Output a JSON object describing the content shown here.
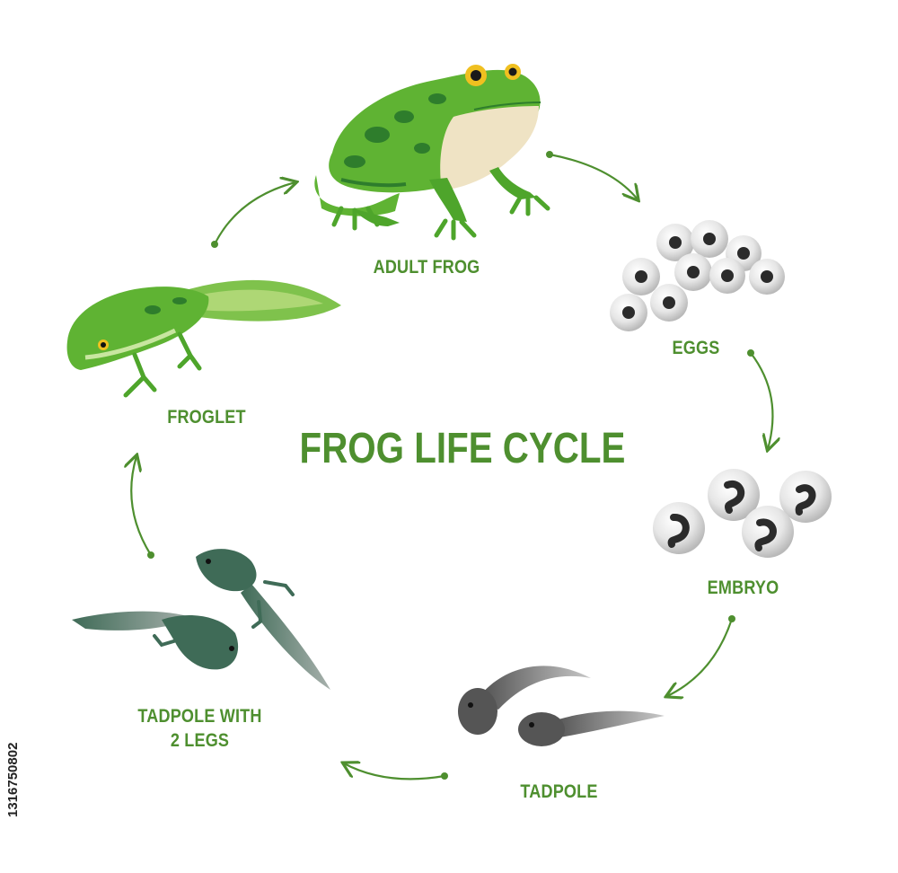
{
  "title": "FROG LIFE CYCLE",
  "stages": {
    "adult_frog": "ADULT FROG",
    "eggs": "EGGS",
    "embryo": "EMBRYO",
    "tadpole": "TADPOLE",
    "tadpole_two_legs_line1": "TADPOLE WITH",
    "tadpole_two_legs_line2": "2 LEGS",
    "froglet": "FROGLET"
  },
  "stock_id": "1316750802",
  "colors": {
    "label": "#4e8f2f",
    "arrow": "#4e8f2f",
    "frog_green": "#5fb333",
    "frog_dark": "#2e7d2c",
    "belly": "#efe3c4",
    "egg": "#e4e4e4",
    "tadpole_dark": "#3f6b57",
    "tadpole_grey": "#6b6b6b"
  }
}
